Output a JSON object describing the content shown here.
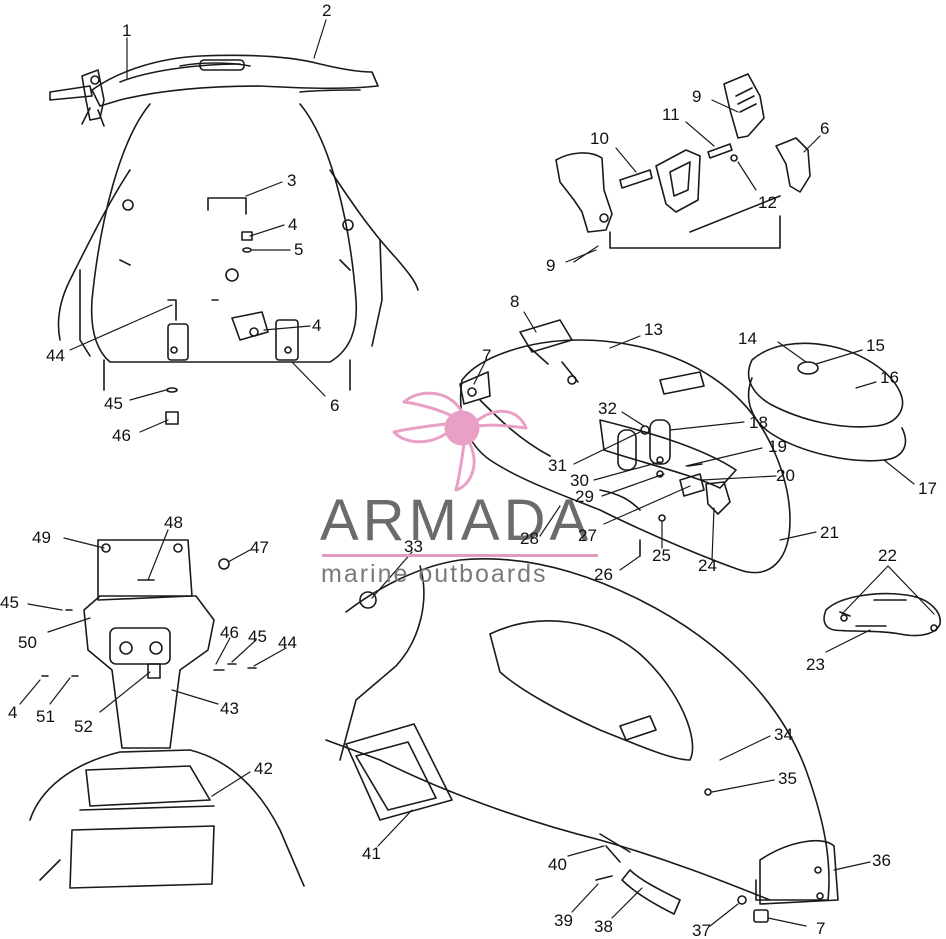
{
  "callouts": [
    {
      "id": "c1",
      "text": "1"
    },
    {
      "id": "c2",
      "text": "2"
    },
    {
      "id": "c3",
      "text": "3"
    },
    {
      "id": "c4a",
      "text": "4"
    },
    {
      "id": "c5",
      "text": "5"
    },
    {
      "id": "c4b",
      "text": "4"
    },
    {
      "id": "c44a",
      "text": "44"
    },
    {
      "id": "c45a",
      "text": "45"
    },
    {
      "id": "c6a",
      "text": "6"
    },
    {
      "id": "c46a",
      "text": "46"
    },
    {
      "id": "c9a",
      "text": "9"
    },
    {
      "id": "c11",
      "text": "11"
    },
    {
      "id": "c10",
      "text": "10"
    },
    {
      "id": "c6b",
      "text": "6"
    },
    {
      "id": "c12",
      "text": "12"
    },
    {
      "id": "c9b",
      "text": "9"
    },
    {
      "id": "c8",
      "text": "8"
    },
    {
      "id": "c13",
      "text": "13"
    },
    {
      "id": "c7a",
      "text": "7"
    },
    {
      "id": "c14",
      "text": "14"
    },
    {
      "id": "c15",
      "text": "15"
    },
    {
      "id": "c16",
      "text": "16"
    },
    {
      "id": "c32",
      "text": "32"
    },
    {
      "id": "c18",
      "text": "18"
    },
    {
      "id": "c31",
      "text": "31"
    },
    {
      "id": "c19",
      "text": "19"
    },
    {
      "id": "c30",
      "text": "30"
    },
    {
      "id": "c17",
      "text": "17"
    },
    {
      "id": "c20",
      "text": "20"
    },
    {
      "id": "c29",
      "text": "29"
    },
    {
      "id": "c27",
      "text": "27"
    },
    {
      "id": "c28",
      "text": "28"
    },
    {
      "id": "c21",
      "text": "21"
    },
    {
      "id": "c25",
      "text": "25"
    },
    {
      "id": "c24",
      "text": "24"
    },
    {
      "id": "c26",
      "text": "26"
    },
    {
      "id": "c22",
      "text": "22"
    },
    {
      "id": "c23",
      "text": "23"
    },
    {
      "id": "c48",
      "text": "48"
    },
    {
      "id": "c49",
      "text": "49"
    },
    {
      "id": "c47",
      "text": "47"
    },
    {
      "id": "c33",
      "text": "33"
    },
    {
      "id": "c45b",
      "text": "45"
    },
    {
      "id": "c50",
      "text": "50"
    },
    {
      "id": "c46b",
      "text": "46"
    },
    {
      "id": "c45c",
      "text": "45"
    },
    {
      "id": "c44b",
      "text": "44"
    },
    {
      "id": "c4c",
      "text": "4"
    },
    {
      "id": "c51",
      "text": "51"
    },
    {
      "id": "c43",
      "text": "43"
    },
    {
      "id": "c52",
      "text": "52"
    },
    {
      "id": "c34",
      "text": "34"
    },
    {
      "id": "c42",
      "text": "42"
    },
    {
      "id": "c35",
      "text": "35"
    },
    {
      "id": "c41",
      "text": "41"
    },
    {
      "id": "c36",
      "text": "36"
    },
    {
      "id": "c40",
      "text": "40"
    },
    {
      "id": "c39",
      "text": "39"
    },
    {
      "id": "c38",
      "text": "38"
    },
    {
      "id": "c37",
      "text": "37"
    },
    {
      "id": "c7b",
      "text": "7"
    }
  ],
  "watermark": {
    "title": "ARMADA",
    "subtitle": "marine outboards",
    "logo_icon": "propeller-logo-icon",
    "accent_color": "#e8a0c6",
    "text_color": "#6b6b6b"
  }
}
